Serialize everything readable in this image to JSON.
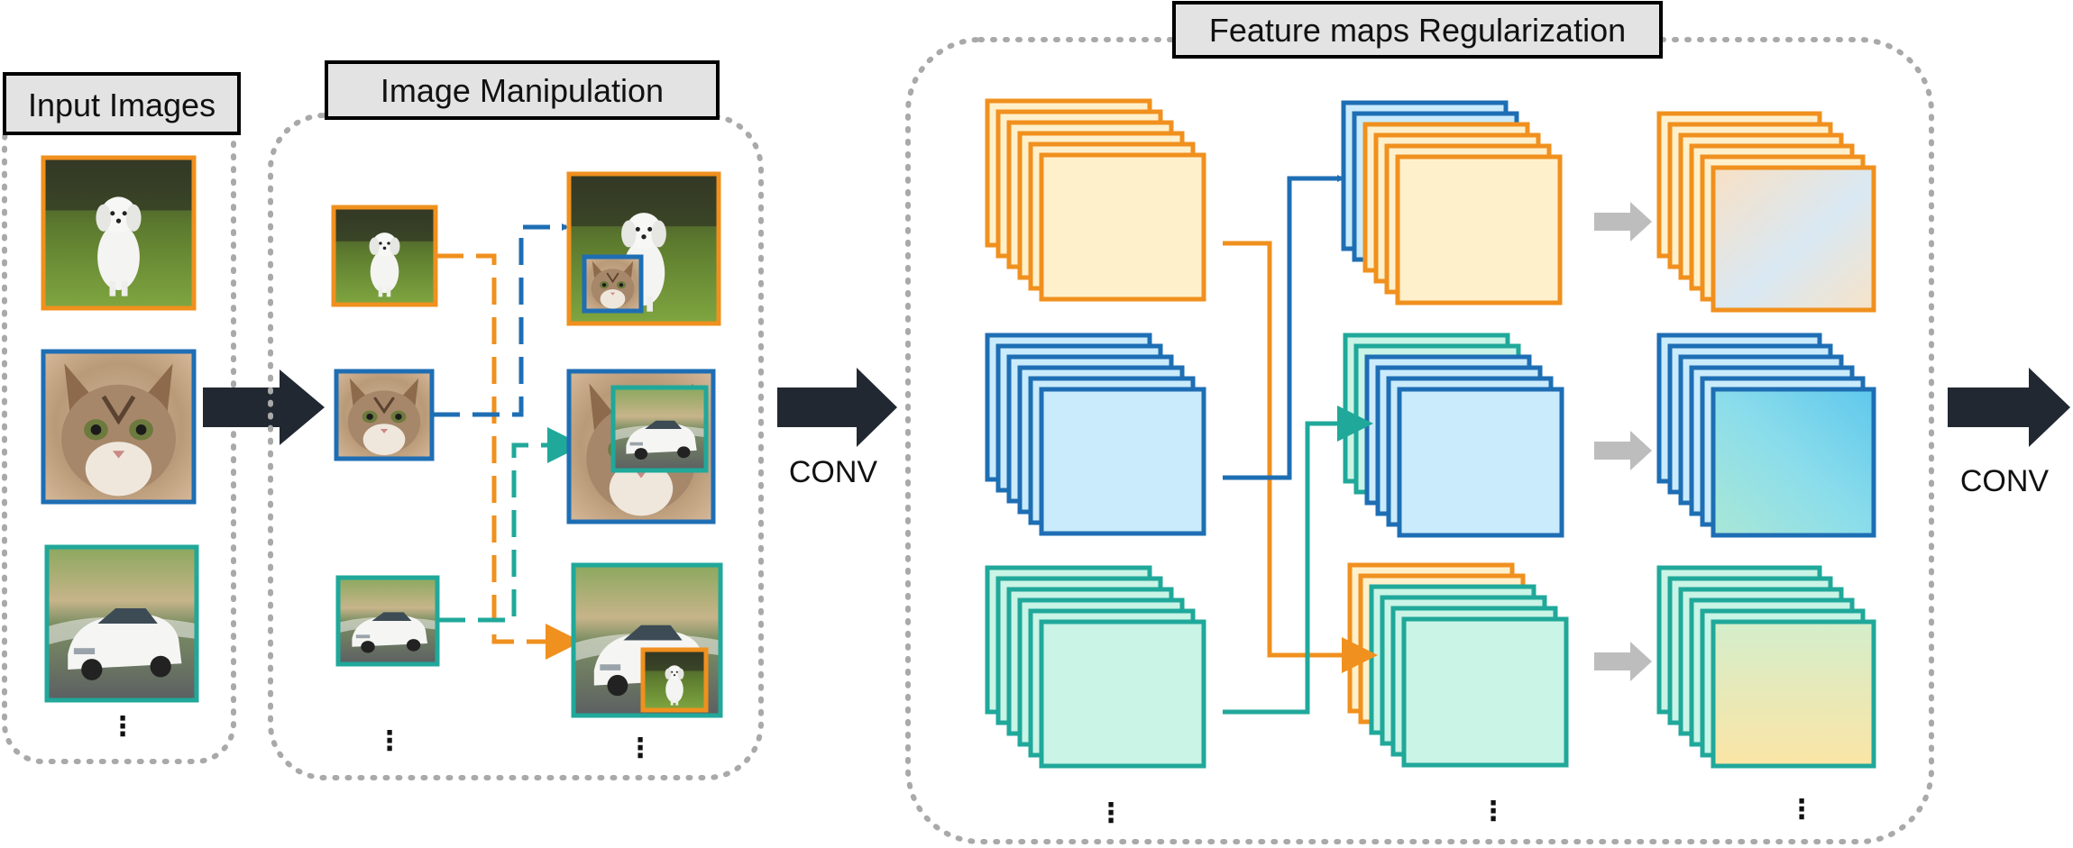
{
  "titles": {
    "input_images": "Input Images",
    "image_manipulation": "Image Manipulation",
    "feature_maps_regularization": "Feature maps Regularization"
  },
  "labels": {
    "conv_1": "CONV",
    "conv_2": "CONV",
    "ellipsis": "⋮"
  },
  "colors": {
    "orange": "#F0901E",
    "blue": "#1E6EB4",
    "teal": "#20A89A",
    "dark_arrow": "#222831",
    "gray_arrow": "#BDBDBD",
    "dashed_border": "#A9A9A9",
    "title_box_fill": "#E3E3E3",
    "orange_fill": "#FFF0CC",
    "blue_fill": "#C9EBFB",
    "teal_fill": "#C9F4E6"
  },
  "icons": {
    "dog": "dog-photo",
    "cat": "cat-photo",
    "car": "car-photo"
  }
}
